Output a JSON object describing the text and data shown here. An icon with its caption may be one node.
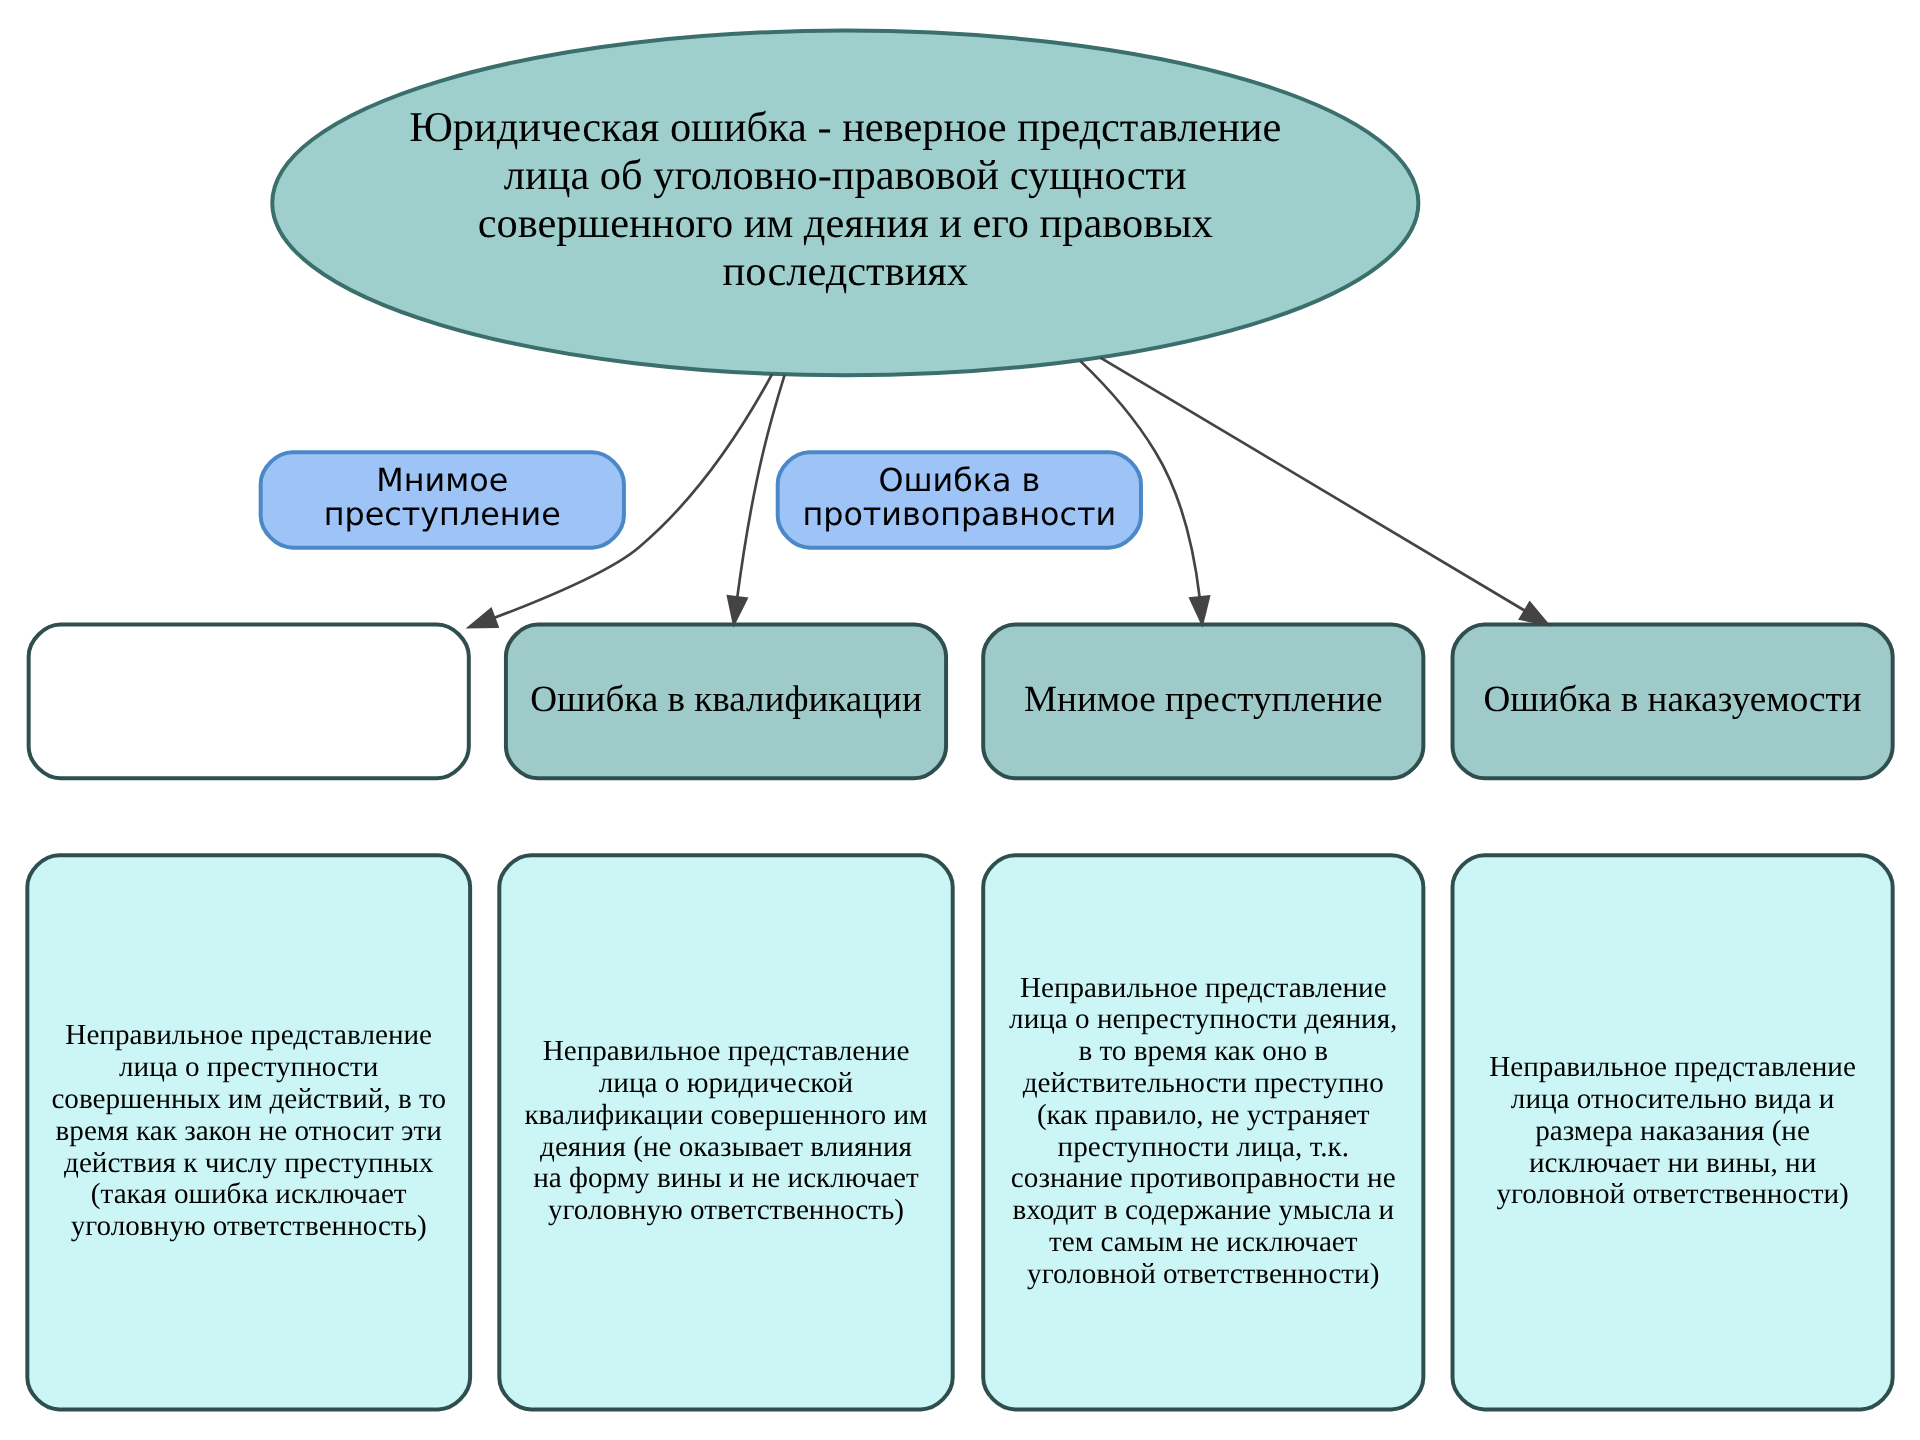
{
  "diagram": {
    "nodes": [
      {
        "text": [
          "Юридическая ошибка - неверное представление лица об уголовно-правовой сущности совершенного им деяния и его правовых последствиях"
        ]
      },
      {
        "text": [
          "Мнимое преступление"
        ]
      },
      {
        "text": [
          "Ошибка в противоправности"
        ]
      },
      {
        "text": [],
        "shape": "box"
      },
      {
        "text": [
          "Ошибка в квалификации"
        ]
      },
      {
        "text": [
          "Мнимое преступление"
        ]
      },
      {
        "text": [
          "Ошибка в наказуемости"
        ]
      },
      {
        "text": [
          "Неправильное представление лица о преступности совершенных им действий, в то время как закон не относит эти действия к числу преступных (такая ошибка исключает уголовную ответственность)"
        ]
      },
      {
        "text": [
          "Неправильное представление лица о юридической квалификации совершенного им деяния (не оказывает влияния на форму вины и не исключает уголовную ответственность)"
        ]
      },
      {
        "text": [
          "Неправильное представление лица о непреступности деяния, в то время как оно в действительности преступно (как правило, не устраняет преступности лица, т.к. сознание противоправности не входит в содержание умысла и тем самым не исключает уголовной ответственности)"
        ]
      },
      {
        "text": [
          "Неправильное представление лица относительно вида и размера наказания (не исключает ни вины, ни уголовной ответственности)"
        ]
      }
    ],
    "edges": [
      {
        "from": 0,
        "to": 3,
        "arrow": "to"
      },
      {
        "from": 0,
        "to": 4,
        "arrow": "to"
      },
      {
        "from": 0,
        "to": 5,
        "arrow": "to"
      },
      {
        "from": 0,
        "to": 6,
        "arrow": "to"
      }
    ]
  }
}
